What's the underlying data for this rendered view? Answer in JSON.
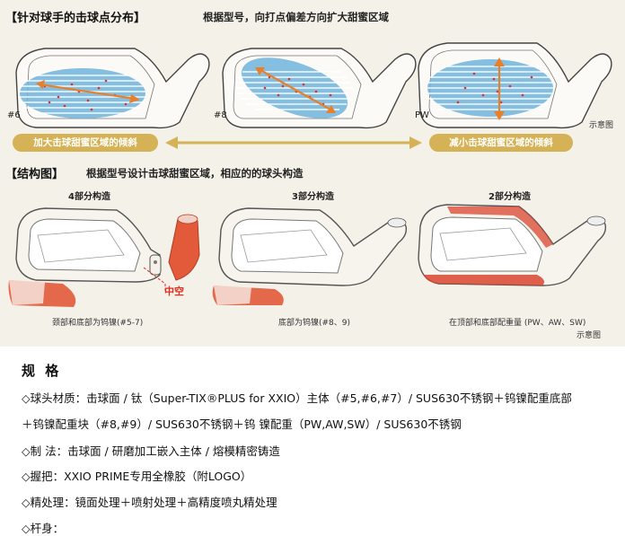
{
  "section1": {
    "title": "【针对球手的击球点分布】",
    "subtitle": "根据型号，向打点偏差方向扩大甜蜜区域",
    "club_labels": [
      "#6",
      "#8",
      "PW"
    ],
    "note": "示意图",
    "arrow_left_label": "加大击球甜蜜区域的倾斜",
    "arrow_right_label": "减小击球甜蜜区域的倾斜"
  },
  "section2": {
    "title": "【结构图】",
    "subtitle": "根据型号设计击球甜蜜区域，相应的的球头构造",
    "headers": [
      "4部分构造",
      "3部分构造",
      "2部分构造"
    ],
    "hollow_label": "中空",
    "captions": [
      "颈部和底部为钨镍(#5-7)",
      "底部为钨镍(#8、9)",
      "在顶部和底部配重量 (PW、AW、SW)"
    ],
    "note": "示意图"
  },
  "specs": {
    "title": "规 格",
    "lines": [
      "◇球头材质：击球面 / 钛（Super-TIX®PLUS for XXIO）主体（#5,#6,#7）/ SUS630不锈钢＋钨镍配重底部",
      "＋钨镍配重块（#8,#9）/ SUS630不锈钢＋钨  镍配重（PW,AW,SW）/ SUS630不锈钢",
      "◇制  法：击球面 / 研磨加工嵌入主体 / 熔模精密铸造",
      "◇握把：XXIO PRIME专用全橡胶（附LOGO）",
      "◇精处理：镜面处理＋喷射处理＋高精度喷丸精处理",
      "◇杆身："
    ]
  },
  "colors": {
    "panel_bg": "#f4f1e8",
    "pill_gold": "#d4b255",
    "sweet_spot_blue": "#6fb3dc",
    "arrow_orange": "#e8802a",
    "tungsten_red": "#d9442e",
    "hollow_red": "#e03020"
  }
}
